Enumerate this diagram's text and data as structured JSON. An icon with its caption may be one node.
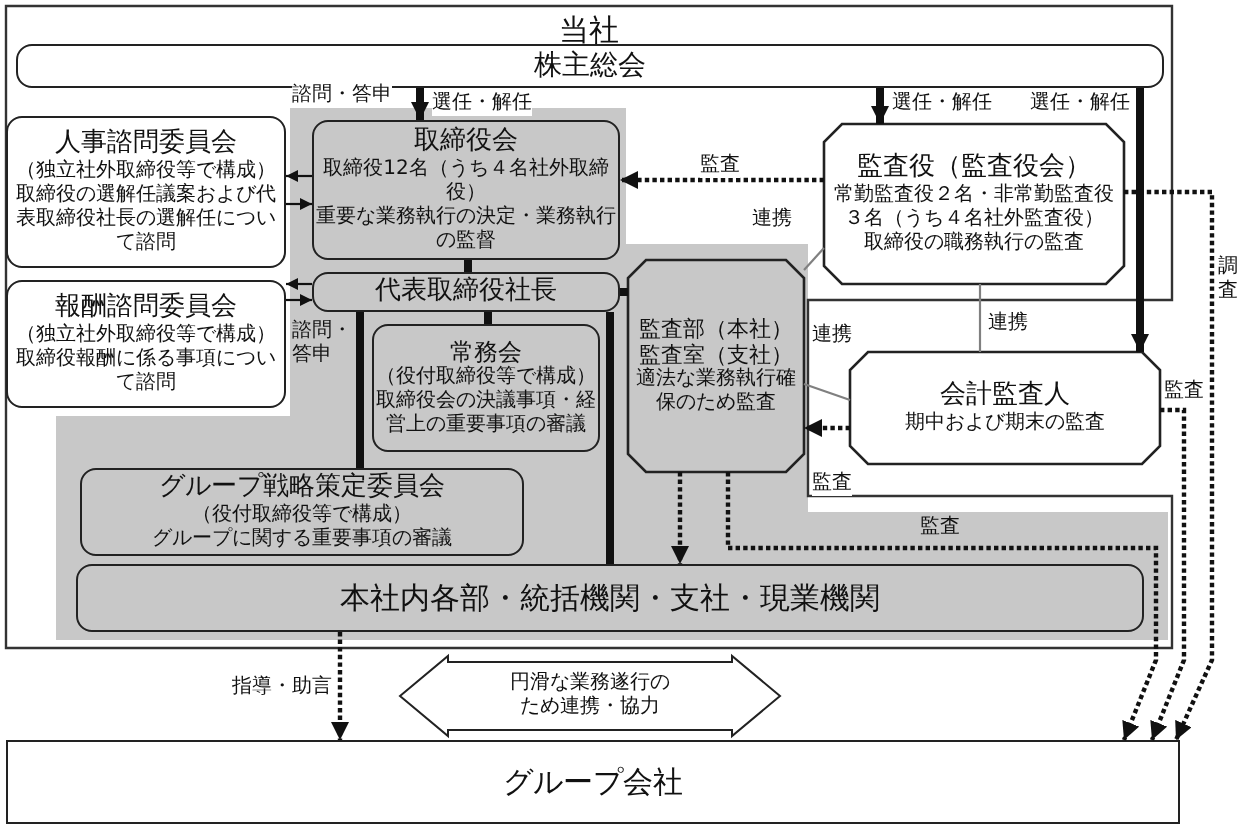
{
  "diagram": {
    "nodes": [
      {
        "text": [
          "当社"
        ]
      },
      {
        "text": [
          "株主総会"
        ],
        "in": 0
      },
      {
        "text": [
          "人事諮問委員会",
          "（独立社外取締役等で構成）",
          "取締役の選解任議案および代表取締役社長の選解任について諮問"
        ],
        "in": 0
      },
      {
        "text": [
          "報酬諮問委員会",
          "（独立社外取締役等で構成）",
          "取締役報酬に係る事項について諮問"
        ],
        "in": 0
      },
      {
        "text": [
          "取締役会",
          "取締役12名（うち４名社外取締役）",
          "重要な業務執行の決定・業務執行の監督"
        ],
        "in": 0
      },
      {
        "text": [
          "代表取締役社長"
        ],
        "in": 0
      },
      {
        "text": [
          "常務会",
          "（役付取締役等で構成）",
          "取締役会の決議事項・経営上の重要事項の審議"
        ],
        "in": 0
      },
      {
        "text": [
          "グループ戦略策定委員会",
          "（役付取締役等で構成）",
          "グループに関する重要事項の審議"
        ],
        "in": 0
      },
      {
        "text": [
          "監査部（本社）監査室（支社）",
          "適法な業務執行確保のため監査"
        ],
        "in": 0
      },
      {
        "text": [
          "監査役（監査役会）",
          "常勤監査役２名・非常勤監査役３名（うち４名社外監査役）",
          "取締役の職務執行の監査"
        ],
        "in": 0
      },
      {
        "text": [
          "会計監査人",
          "期中および期末の監査"
        ]
      },
      {
        "text": [
          "本社内各部・統括機関・支社・現業機関"
        ],
        "in": 0
      },
      {
        "text": [
          "グループ会社"
        ]
      },
      {
        "text": [
          "円滑な業務遂行のため連携・協力"
        ]
      }
    ],
    "edges": [
      {
        "from": 1,
        "to": 4,
        "arrow": "to",
        "label": "選任・解任",
        "style": "thick"
      },
      {
        "from": 1,
        "to": 9,
        "arrow": "to",
        "label": "選任・解任",
        "style": "thick"
      },
      {
        "from": 1,
        "to": 10,
        "arrow": "to",
        "label": "選任・解任",
        "style": "thick"
      },
      {
        "from": 4,
        "to": 2,
        "arrow": "to",
        "label": "諮問・答申"
      },
      {
        "from": 2,
        "to": 4,
        "arrow": "to"
      },
      {
        "from": 5,
        "to": 3,
        "arrow": "to",
        "label": "諮問・答申"
      },
      {
        "from": 3,
        "to": 5,
        "arrow": "to"
      },
      {
        "from": 4,
        "to": 5,
        "arrow": "none",
        "style": "thick"
      },
      {
        "from": 5,
        "to": 6,
        "arrow": "none",
        "style": "thick"
      },
      {
        "from": 5,
        "to": 7,
        "arrow": "none",
        "style": "thick"
      },
      {
        "from": 5,
        "to": 11,
        "arrow": "none",
        "style": "thick"
      },
      {
        "from": 5,
        "to": 8,
        "arrow": "none",
        "style": "thick"
      },
      {
        "from": 9,
        "to": 4,
        "arrow": "to",
        "label": "監査",
        "style": "dashed"
      },
      {
        "from": 9,
        "to": 12,
        "arrow": "to",
        "label": "調査",
        "style": "dashed"
      },
      {
        "from": 9,
        "to": 8,
        "arrow": "none",
        "label": "連携",
        "color": "#808080"
      },
      {
        "from": 9,
        "to": 10,
        "arrow": "none",
        "label": "連携",
        "color": "#808080"
      },
      {
        "from": 8,
        "to": 10,
        "arrow": "none",
        "label": "連携",
        "color": "#808080"
      },
      {
        "from": 10,
        "to": 8,
        "arrow": "to",
        "label": "監査",
        "style": "dashed"
      },
      {
        "from": 10,
        "to": 12,
        "arrow": "to",
        "label": "監査",
        "style": "dashed"
      },
      {
        "from": 8,
        "to": 11,
        "arrow": "to",
        "style": "dashed"
      },
      {
        "from": 8,
        "to": 12,
        "arrow": "to",
        "label": "監査",
        "style": "dashed"
      },
      {
        "from": 11,
        "to": 12,
        "arrow": "to",
        "label": "指導・助言",
        "style": "dashed"
      }
    ]
  }
}
